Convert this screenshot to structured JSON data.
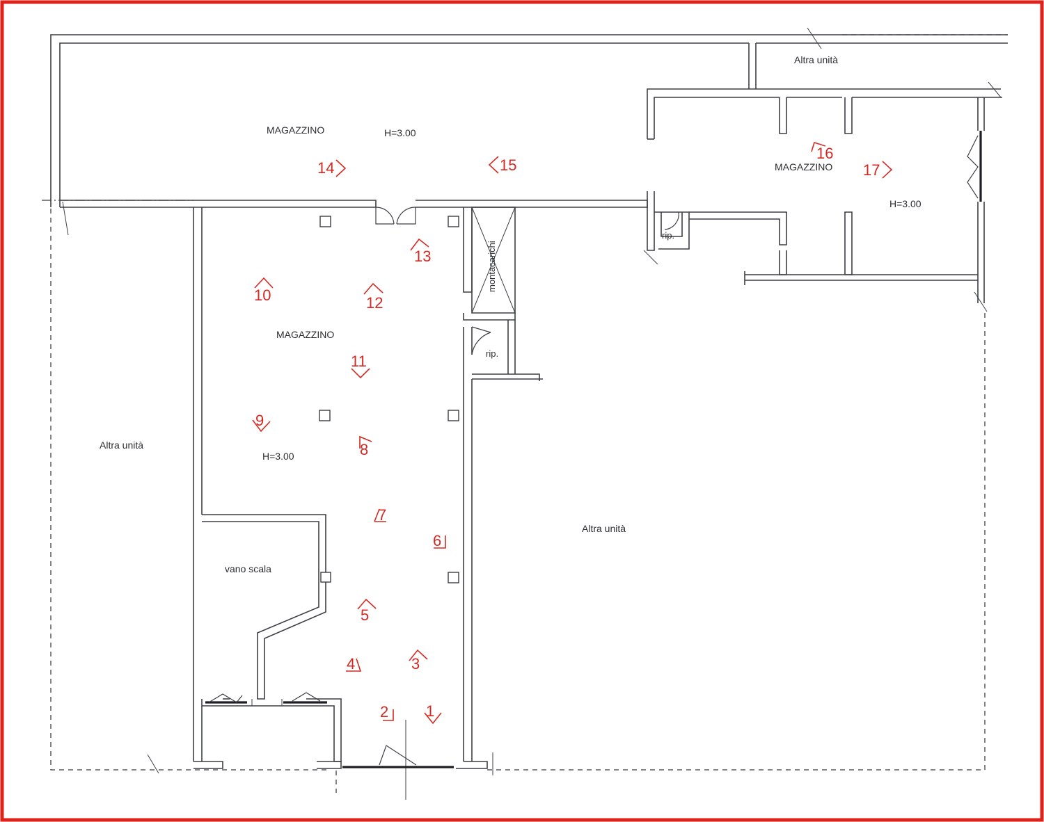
{
  "rooms": {
    "magazzino_top": "MAGAZZINO",
    "height_top": "H=3.00",
    "magazzino_center": "MAGAZZINO",
    "height_center": "H=3.00",
    "magazzino_right": "MAGAZZINO",
    "height_right": "H=3.00",
    "altra_unita_top": "Altra unità",
    "altra_unita_left": "Altra unità",
    "altra_unita_right": "Altra unità",
    "vano_scala": "vano scala",
    "montacarichi": "montacarichi",
    "rip_center": "rip.",
    "rip_right": "rip."
  },
  "photo_points": [
    "1",
    "2",
    "3",
    "4",
    "5",
    "6",
    "7",
    "8",
    "9",
    "10",
    "11",
    "12",
    "13",
    "14",
    "15",
    "16",
    "17"
  ],
  "colors": {
    "frame": "#e0201b",
    "markers": "#d42a24",
    "walls": "#3c3f45"
  }
}
